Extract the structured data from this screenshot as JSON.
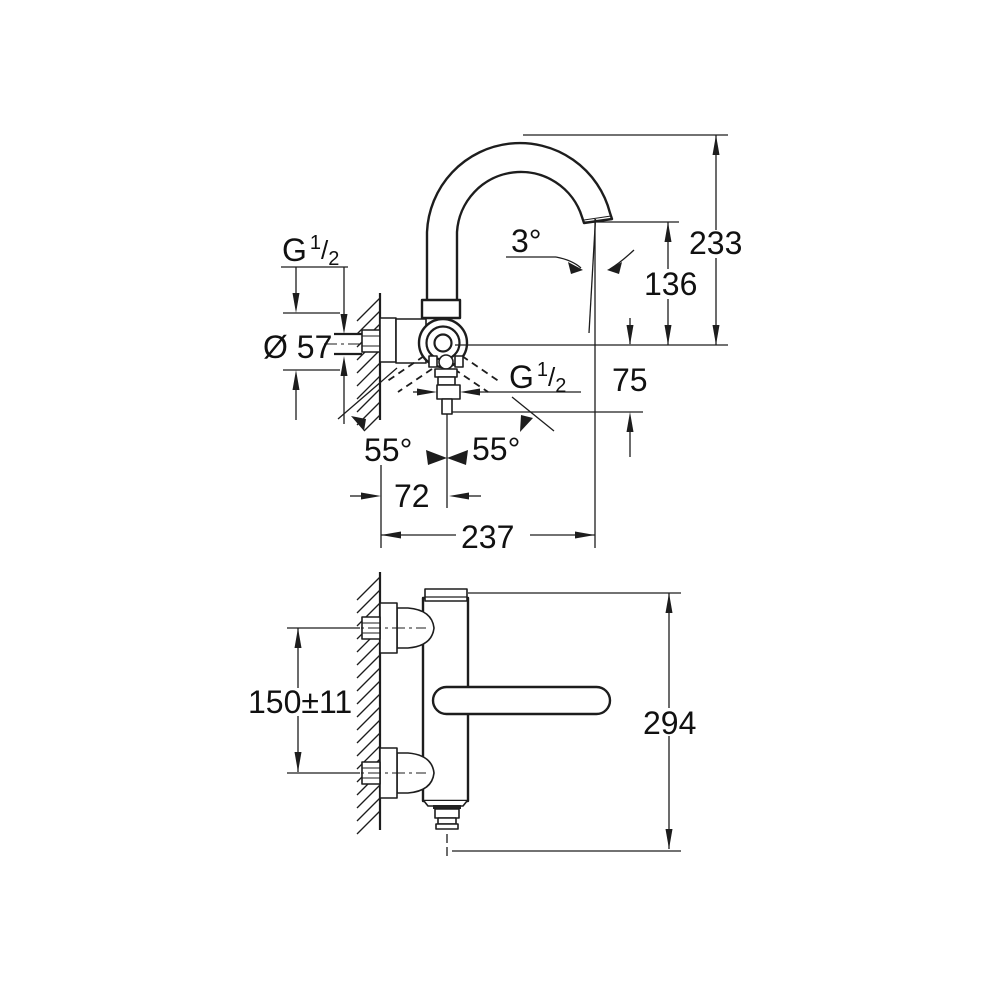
{
  "page": {
    "background": "#ffffff",
    "line_color": "#1d1d1d",
    "drawing_type": "faucet installation dimension drawing"
  },
  "labels": {
    "wall_thread": {
      "prefix": "G",
      "sup": "1",
      "slash": "/",
      "sub": "2"
    },
    "escutcheon_diameter": "Ø 57",
    "spout_angle": "3°",
    "overall_height": "233",
    "spout_outlet_height": "136",
    "bottom_outlet_drop": "75",
    "outlet_thread": {
      "prefix": "G",
      "sup": "1",
      "slash": "/",
      "sub": "2"
    },
    "swivel_left": "55°",
    "swivel_right": "55°",
    "wall_offset": "72",
    "spout_reach": "237",
    "connection_centers": "150±11",
    "front_height": "294"
  }
}
